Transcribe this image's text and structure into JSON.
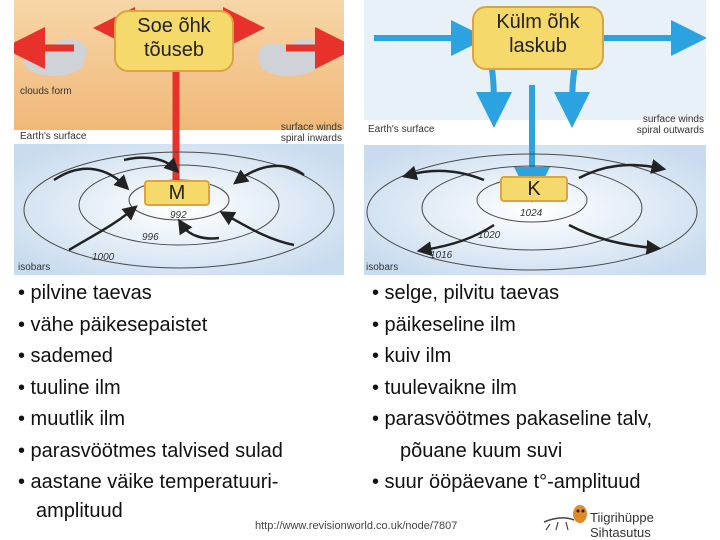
{
  "low_pressure": {
    "bubble_label": "Soe õhk tõuseb",
    "clouds_label": "clouds form",
    "surface_label": "Earth's surface",
    "winds_label": "surface winds spiral inwards",
    "center_letter": "M",
    "isobar_values": [
      "992",
      "996",
      "1000"
    ],
    "isobars_label": "isobars",
    "bullets": [
      "• pilvine taevas",
      "• vähe päikesepaistet",
      "• sademed",
      "• tuuline ilm",
      "• muutlik ilm",
      "• parasvöötmes talvised sulad",
      "• aastane väike temperatuuri-",
      "amplituud"
    ],
    "colors": {
      "sky": "#f3c48a",
      "arrow": "#e8312a",
      "ground": "#dfe9f3"
    }
  },
  "high_pressure": {
    "bubble_label": "Külm õhk laskub",
    "surface_label": "Earth's surface",
    "winds_label": "surface winds spiral outwards",
    "center_letter": "K",
    "isobar_values": [
      "1024",
      "1020",
      "1016"
    ],
    "isobars_label": "isobars",
    "bullets": [
      "• selge, pilvitu taevas",
      "• päikeseline ilm",
      "• kuiv ilm",
      "• tuulevaikne ilm",
      "• parasvöötmes pakaseline talv,",
      "põuane kuum suvi",
      "• suur ööpäevane t°-amplituud"
    ],
    "colors": {
      "sky": "#dbe8f5",
      "arrow": "#2aa3e0",
      "ground": "#dfe9f3"
    }
  },
  "footer": {
    "source_url": "http://www.revisionworld.co.uk/node/7807",
    "logo_text": "Tiigrihüppe Sihtasutus"
  }
}
